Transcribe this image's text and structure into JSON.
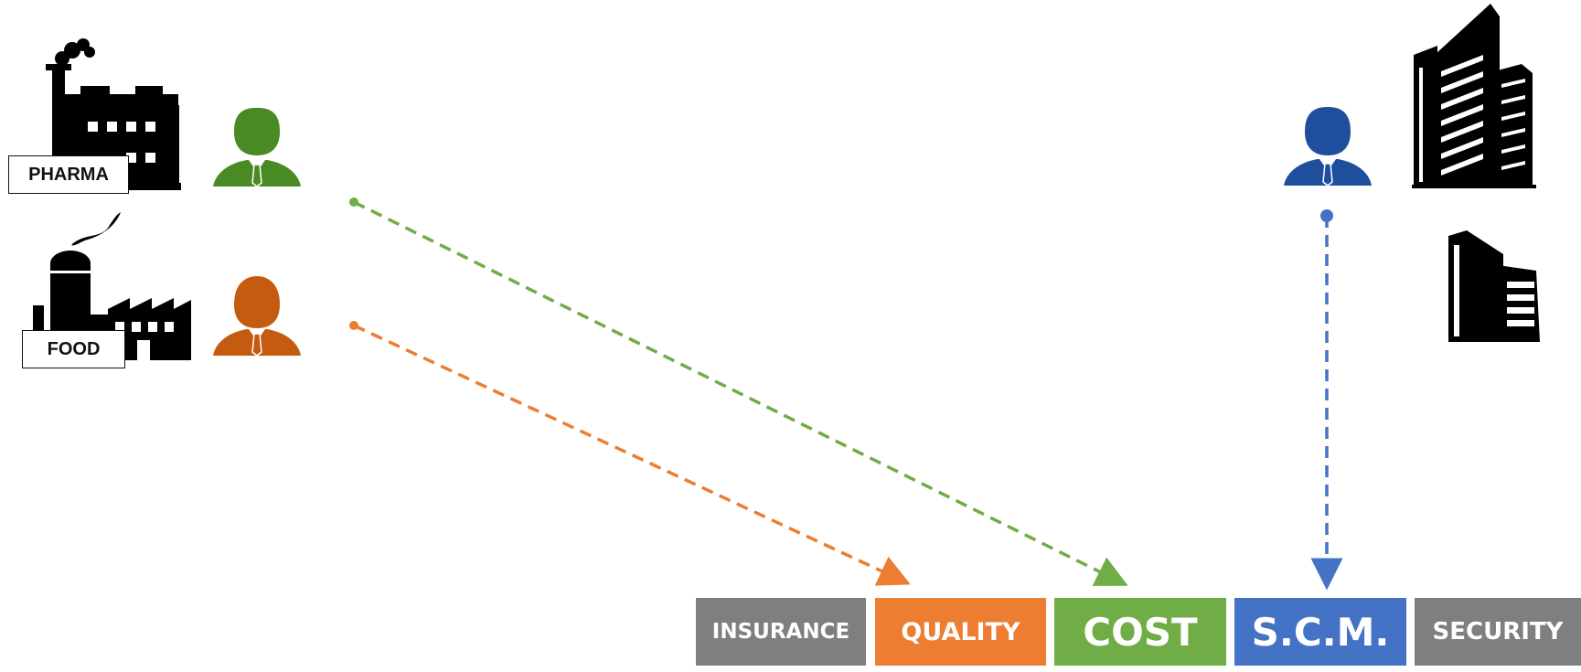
{
  "labels": {
    "pharma": "PHARMA",
    "food": "FOOD"
  },
  "categories": [
    {
      "key": "insurance",
      "label": "INSURANCE",
      "color": "#7f7f7f"
    },
    {
      "key": "quality",
      "label": "QUALITY",
      "color": "#ed7d31"
    },
    {
      "key": "cost",
      "label": "COST",
      "color": "#70ad47"
    },
    {
      "key": "scm",
      "label": "S.C.M.",
      "color": "#4472c4"
    },
    {
      "key": "security",
      "label": "SECURITY",
      "color": "#7f7f7f"
    }
  ],
  "people": [
    {
      "role": "pharma-person",
      "color": "#4a8a25"
    },
    {
      "role": "food-person",
      "color": "#c55a11"
    },
    {
      "role": "corporate-person",
      "color": "#1f4e9d"
    }
  ],
  "icons": [
    "pharma-factory-icon",
    "food-factory-icon",
    "skyscraper-icon",
    "office-building-icon",
    "person-icon"
  ],
  "connectors": [
    {
      "from": "pharma-person",
      "to": "cost",
      "style": "dashed",
      "color": "#70ad47"
    },
    {
      "from": "food-person",
      "to": "quality",
      "style": "dashed",
      "color": "#ed7d31"
    },
    {
      "from": "corporate-person",
      "to": "scm",
      "style": "dashed",
      "color": "#4472c4"
    }
  ]
}
